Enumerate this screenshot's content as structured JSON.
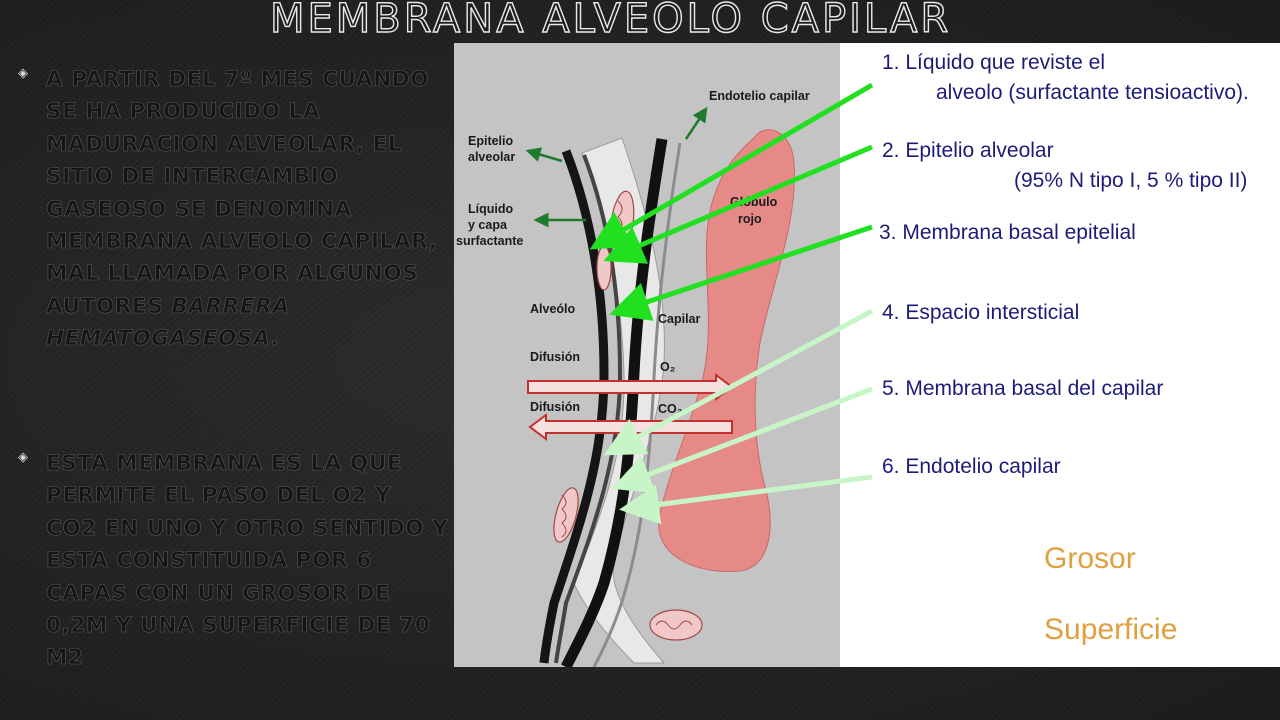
{
  "slide": {
    "title": "MEMBRANA ALVEOLO CAPILAR",
    "bullet_marker_icon": "diamond-bullet-icon",
    "bullets": [
      {
        "text_main": "A PARTIR DEL 7º MES CUANDO SE HA PRODUCIDO LA MADURACION ALVEOLAR, EL SITIO DE INTERCAMBIO GASEOSO SE DENOMINA MEMBRANA ALVEOLO CAPILAR, MAL LLAMADA POR ALGUNOS AUTORES ",
        "text_italic": "BARRERA HEMATOGASEOSA",
        "text_end": "."
      },
      {
        "text_main": "ESTA MEMBRANA ES LA QUE PERMITE EL PASO DEL O2 Y CO2 EN UNO Y OTRO SENTIDO Y ESTA CONSTITUIDA POR 6 CAPAS CON UN GROSOR DE 0,2µ Y UNA SUPERFICIE DE 70 M2",
        "text_italic": "",
        "text_end": ""
      }
    ]
  },
  "diagram": {
    "left_labels": {
      "endotelio_capilar": "Endotelio capilar",
      "epitelio_1": "Epitelio",
      "epitelio_2": "alveolar",
      "liquido_1": "Líquido",
      "liquido_2": "y capa",
      "liquido_3": "surfactante",
      "globulo_1": "Glóbulo",
      "globulo_2": "rojo",
      "alveolo": "Alveólo",
      "capilar": "Capilar",
      "difusion_1": "Difusión",
      "o2": "O₂",
      "difusion_2": "Difusión",
      "co2": "CO₂"
    },
    "layers": [
      {
        "line1": "1. Líquido que reviste el",
        "line2": "alveolo (surfactante tensioactivo)."
      },
      {
        "line1": "2. Epitelio alveolar",
        "line2": "(95% N tipo I, 5 % tipo II)"
      },
      {
        "line1": "3. Membrana basal epitelial",
        "line2": ""
      },
      {
        "line1": "4. Espacio intersticial",
        "line2": ""
      },
      {
        "line1": "5. Membrana basal del capilar",
        "line2": ""
      },
      {
        "line1": "6. Endotelio capilar",
        "line2": ""
      }
    ],
    "grosor": "Grosor",
    "superficie": "Superficie",
    "colors": {
      "panel_gray": "#c4c4c4",
      "red_cell": "#e58a87",
      "bright_green": "#20e020",
      "pale_green": "#c8f5c8",
      "layer_text": "#1c1c78",
      "orange": "#e0a040"
    }
  }
}
